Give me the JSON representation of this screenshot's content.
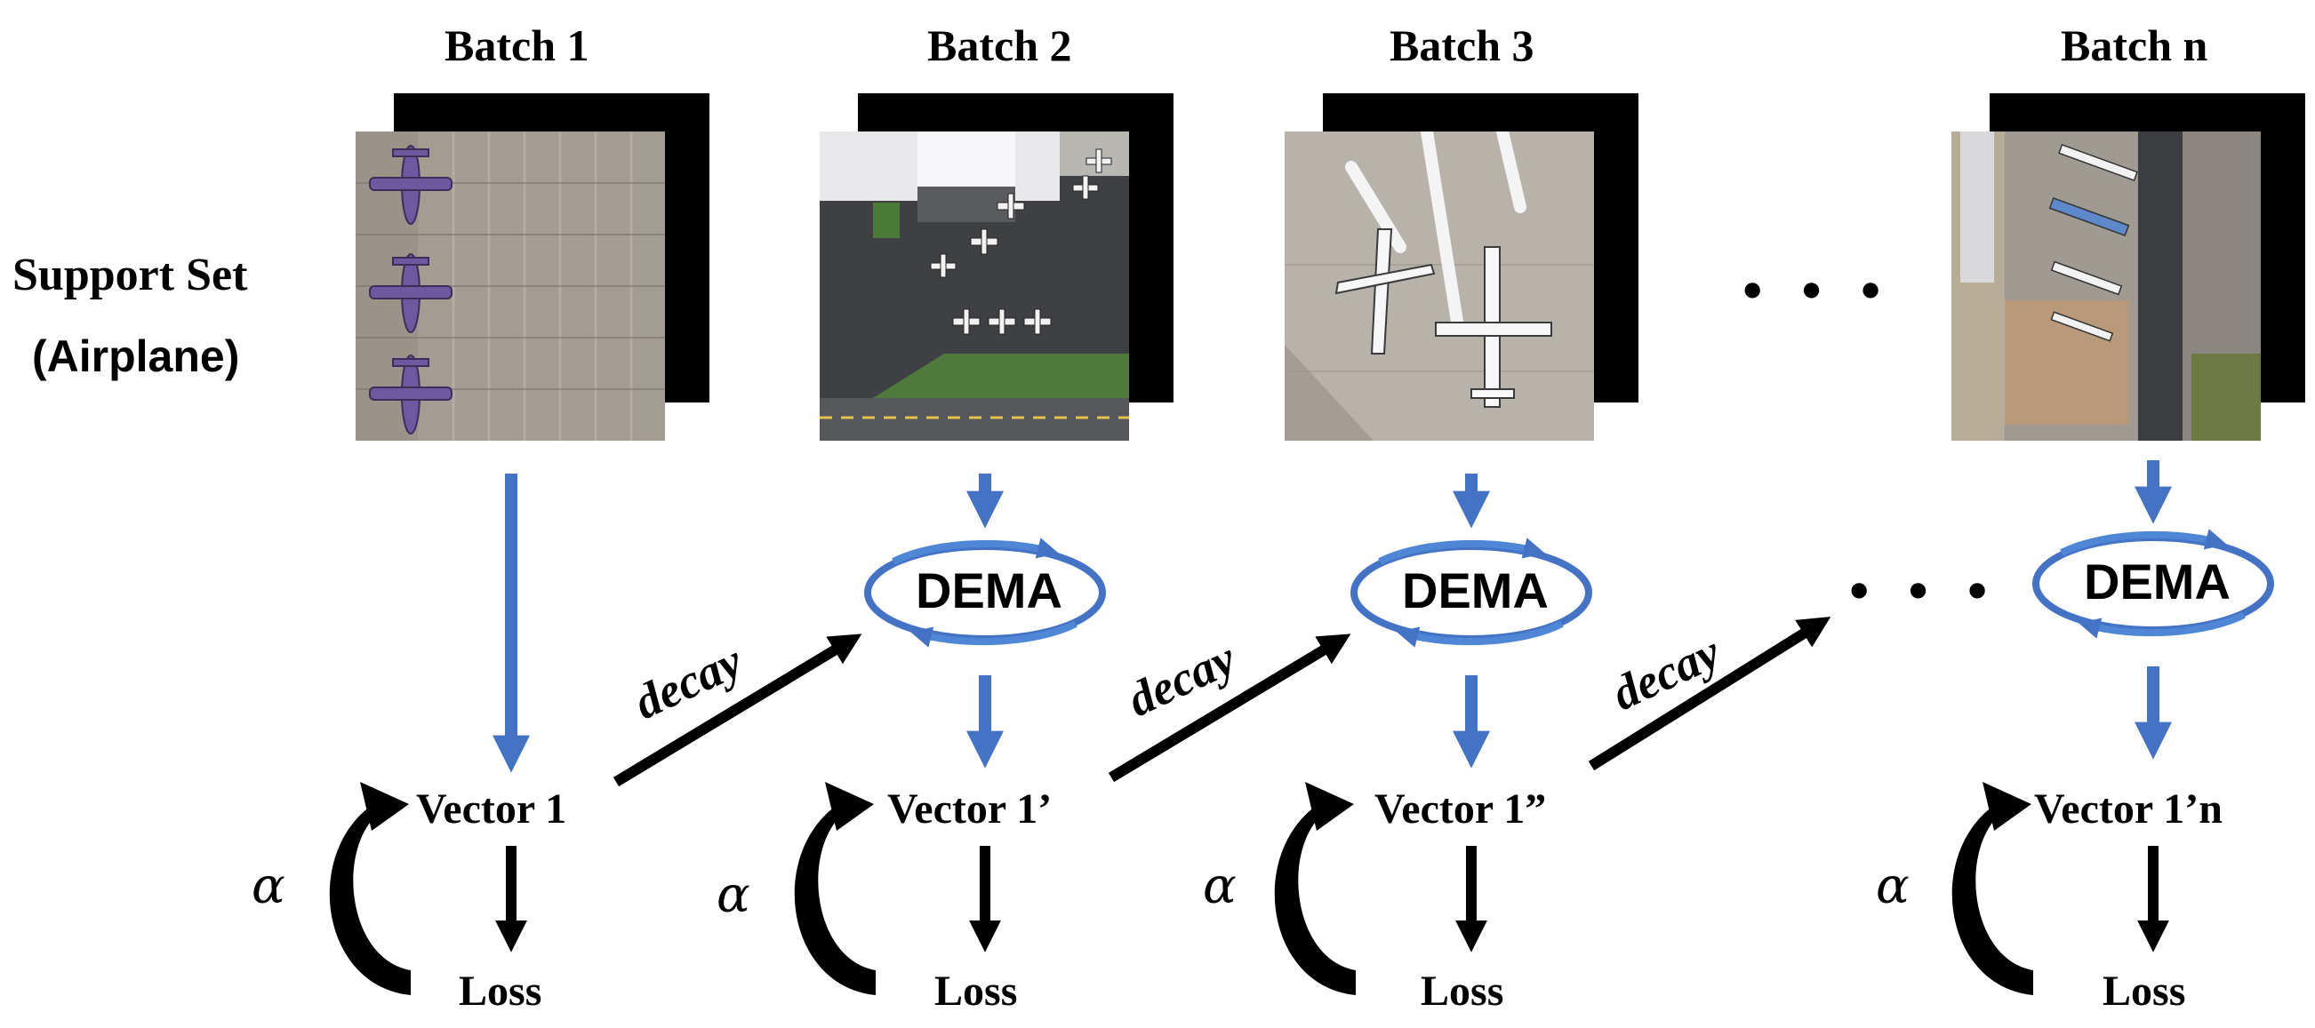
{
  "batches": [
    {
      "title": "Batch 1",
      "vector": "Vector 1",
      "loss": "Loss"
    },
    {
      "title": "Batch 2",
      "vector": "Vector 1’",
      "loss": "Loss",
      "dema": "DEMA"
    },
    {
      "title": "Batch 3",
      "vector": "Vector 1”",
      "loss": "Loss",
      "dema": "DEMA"
    },
    {
      "title": "Batch n",
      "vector": "Vector 1’n",
      "loss": "Loss",
      "dema": "DEMA"
    }
  ],
  "support_set": {
    "line1": "Support Set",
    "line2": "(Airplane)"
  },
  "decay_label": "decay",
  "alpha_label": "α",
  "ellipsis": "• • •",
  "colors": {
    "blue_arrow": "#4472c4",
    "black": "#000000",
    "tarmac": "#8f8a82",
    "runway": "#3a3b3e"
  }
}
